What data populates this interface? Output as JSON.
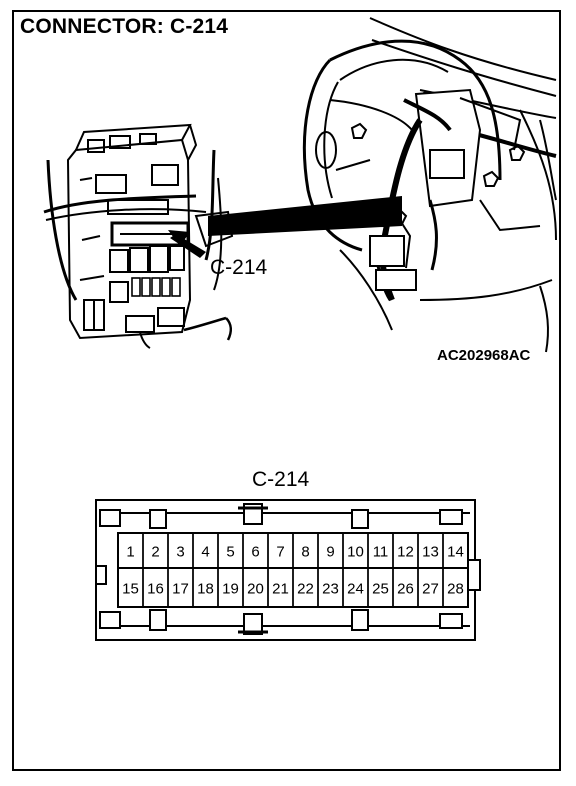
{
  "title": "CONNECTOR: C-214",
  "callout_label": "C-214",
  "figure_code": "AC202968AC",
  "connector": {
    "label": "C-214",
    "top_row": [
      "1",
      "2",
      "3",
      "4",
      "5",
      "6",
      "7",
      "8",
      "9",
      "10",
      "11",
      "12",
      "13",
      "14"
    ],
    "bottom_row": [
      "15",
      "16",
      "17",
      "18",
      "19",
      "20",
      "21",
      "22",
      "23",
      "24",
      "25",
      "26",
      "27",
      "28"
    ]
  }
}
